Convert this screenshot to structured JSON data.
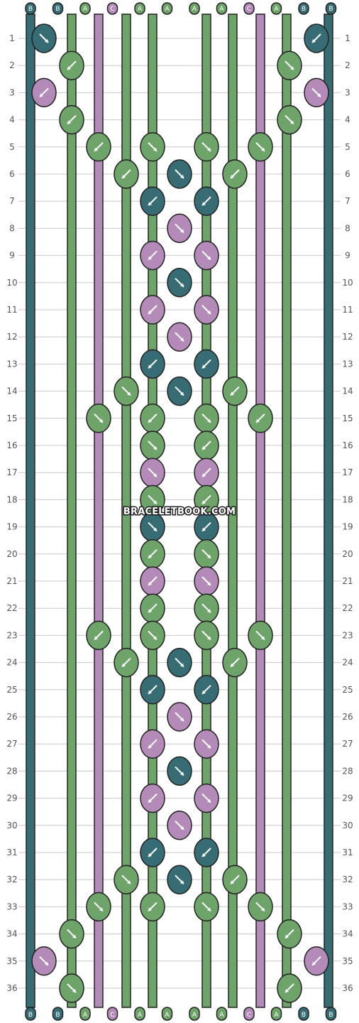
{
  "colors": {
    "A": "#6ea36a",
    "B": "#386c74",
    "C": "#b48ab8"
  },
  "watermark": "BRACELETBOOK.COM",
  "top_strands": [
    "B",
    "B",
    "A",
    "C",
    "A",
    "A",
    "A",
    "A",
    "C",
    "A",
    "B",
    "B"
  ],
  "bottom_strands": [
    "B",
    "B",
    "A",
    "C",
    "A",
    "A",
    "A",
    "A",
    "C",
    "A",
    "B",
    "B"
  ],
  "rows": [
    "1",
    "2",
    "3",
    "4",
    "5",
    "6",
    "7",
    "8",
    "9",
    "10",
    "11",
    "12",
    "13",
    "14",
    "15",
    "16",
    "17",
    "18",
    "19",
    "20",
    "21",
    "22",
    "23",
    "24",
    "25",
    "26",
    "27",
    "28",
    "29",
    "30",
    "31",
    "32",
    "33",
    "34",
    "35",
    "36"
  ],
  "knots": [
    [
      "B:se",
      "B:sw"
    ],
    [
      "A:sw",
      "A:se"
    ],
    [
      "C:sw",
      "C:se"
    ],
    [
      "A:sw",
      "A:se"
    ],
    [
      "A:sw",
      "A:se",
      "A:se",
      "A:se"
    ],
    [
      "A:sw",
      "B:se",
      "A:sw"
    ],
    [
      "B:sw",
      "B:sw"
    ],
    [
      "C:se"
    ],
    [
      "C:sw",
      "C:se"
    ],
    [
      "B:se"
    ],
    [
      "C:sw",
      "C:se"
    ],
    [
      "C:se"
    ],
    [
      "B:sw",
      "B:sw"
    ],
    [
      "A:se",
      "B:se",
      "A:sw"
    ],
    [
      "A:se",
      "A:sw",
      "A:se",
      "A:sw"
    ],
    [
      "A:se",
      "A:sw"
    ],
    [
      "C:se",
      "C:sw"
    ],
    [
      "A:se",
      "A:sw"
    ],
    [
      "B:se",
      "B:sw"
    ],
    [
      "A:sw",
      "A:se"
    ],
    [
      "C:sw",
      "C:se"
    ],
    [
      "A:sw",
      "A:se"
    ],
    [
      "A:sw",
      "A:se",
      "A:se",
      "A:se"
    ],
    [
      "A:sw",
      "B:se",
      "A:sw"
    ],
    [
      "B:sw",
      "B:sw"
    ],
    [
      "C:se"
    ],
    [
      "C:sw",
      "C:se"
    ],
    [
      "B:se"
    ],
    [
      "C:sw",
      "C:se"
    ],
    [
      "C:se"
    ],
    [
      "B:sw",
      "B:sw"
    ],
    [
      "A:se",
      "B:se",
      "A:sw"
    ],
    [
      "A:se",
      "A:sw",
      "A:se",
      "A:se"
    ],
    [
      "A:se",
      "A:sw"
    ],
    [
      "C:se",
      "C:sw"
    ],
    [
      "A:se",
      "A:sw"
    ]
  ]
}
